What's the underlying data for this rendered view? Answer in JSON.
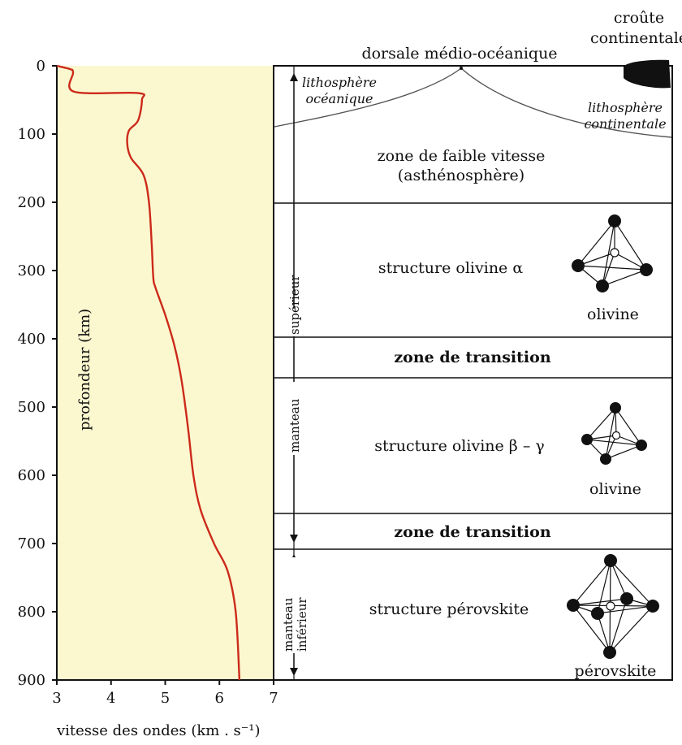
{
  "chart_data": {
    "type": "line",
    "xlabel": "vitesse des ondes (km . s⁻¹)",
    "ylabel": "profondeur (km)",
    "xlim": [
      3,
      7
    ],
    "ylim": [
      0,
      900
    ],
    "x_ticks": [
      "3",
      "4",
      "5",
      "6",
      "7"
    ],
    "y_ticks": [
      "0",
      "100",
      "200",
      "300",
      "400",
      "500",
      "600",
      "700",
      "800",
      "900"
    ],
    "y_inverted": true,
    "series": [
      {
        "color": "#cc2a1a",
        "points": [
          {
            "x": 3.0,
            "y": 0
          },
          {
            "x": 3.25,
            "y": 5
          },
          {
            "x": 3.3,
            "y": 10
          },
          {
            "x": 3.32,
            "y": 38
          },
          {
            "x": 4.5,
            "y": 40
          },
          {
            "x": 4.57,
            "y": 50
          },
          {
            "x": 4.5,
            "y": 80
          },
          {
            "x": 4.33,
            "y": 95
          },
          {
            "x": 4.3,
            "y": 115
          },
          {
            "x": 4.37,
            "y": 135
          },
          {
            "x": 4.6,
            "y": 160
          },
          {
            "x": 4.7,
            "y": 200
          },
          {
            "x": 4.75,
            "y": 260
          },
          {
            "x": 4.78,
            "y": 310
          },
          {
            "x": 4.82,
            "y": 325
          },
          {
            "x": 5.0,
            "y": 365
          },
          {
            "x": 5.17,
            "y": 410
          },
          {
            "x": 5.3,
            "y": 460
          },
          {
            "x": 5.42,
            "y": 530
          },
          {
            "x": 5.52,
            "y": 600
          },
          {
            "x": 5.65,
            "y": 650
          },
          {
            "x": 5.9,
            "y": 700
          },
          {
            "x": 6.15,
            "y": 740
          },
          {
            "x": 6.3,
            "y": 800
          },
          {
            "x": 6.37,
            "y": 900
          }
        ]
      }
    ],
    "background_color": "#fbf8d0",
    "grid": false
  },
  "diagram": {
    "top_labels": {
      "ridge": "dorsale médio-océanique",
      "crust_line1": "croûte",
      "crust_line2": "continentale"
    },
    "litho_oceanic_line1": "lithosphère",
    "litho_oceanic_line2": "océanique",
    "litho_continental_line1": "lithosphère",
    "litho_continental_line2": "continentale",
    "zones": [
      {
        "name": "zone de faible vitesse",
        "sub": "(asthénosphère)"
      },
      {
        "name": "structure olivine α",
        "mineral": "olivine"
      },
      {
        "name": "zone de transition"
      },
      {
        "name": "structure olivine β – γ",
        "mineral": "olivine"
      },
      {
        "name": "zone de transition"
      },
      {
        "name": "structure pérovskite",
        "mineral": "pérovskite"
      }
    ],
    "upper_mantle_line1": "manteau",
    "upper_mantle_line2": "supérieur",
    "lower_mantle_line1": "manteau",
    "lower_mantle_line2": "inférieur",
    "colors": {
      "ink": "#111111",
      "boundary": "#555555",
      "atom_dark": "#111111"
    }
  }
}
